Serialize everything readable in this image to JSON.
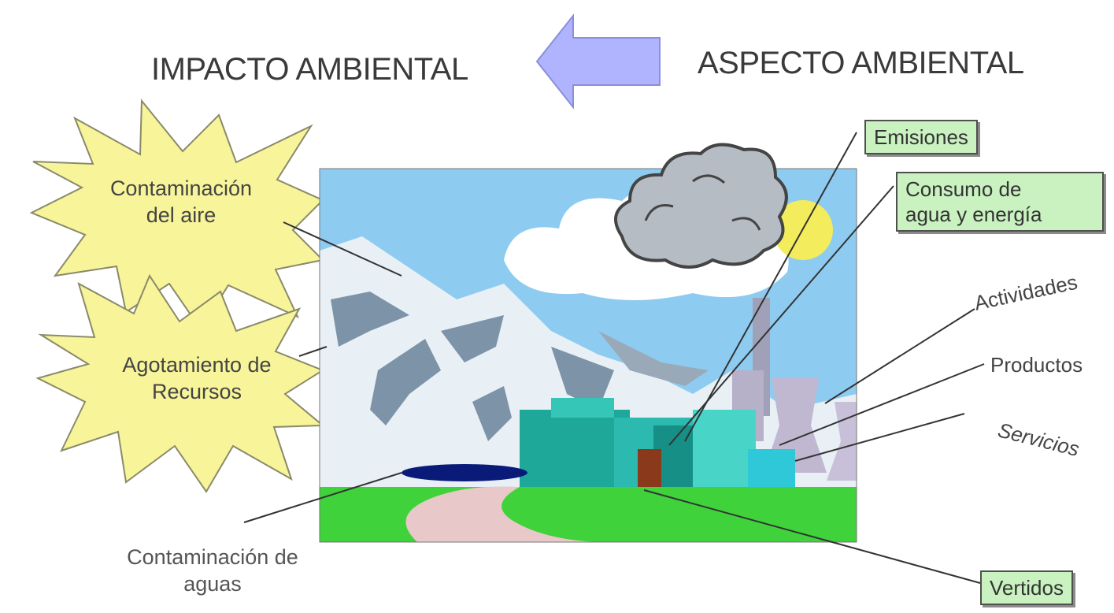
{
  "title_left": "IMPACTO AMBIENTAL",
  "title_right": "ASPECTO AMBIENTAL",
  "impacts": {
    "air": [
      "Contaminación",
      "del aire"
    ],
    "resources": [
      "Agotamiento de",
      "Recursos"
    ],
    "water": [
      "Contaminación de",
      "aguas"
    ]
  },
  "aspects": {
    "emisiones": "Emisiones",
    "consumo": [
      "Consumo de",
      "agua y energía"
    ],
    "actividades": "Actividades",
    "productos": "Productos",
    "servicios": "Servicios",
    "vertidos": "Vertidos"
  },
  "colors": {
    "arrow": "#b0b4ff",
    "burst": "#f7f49a",
    "box": "#c9f2c0",
    "sky": "#8ecbf0",
    "grass": "#3fd23a"
  },
  "icons": [
    "left-arrow-icon",
    "starburst-icon",
    "factory-scene-illustration",
    "cloud-icon",
    "sun-icon"
  ]
}
